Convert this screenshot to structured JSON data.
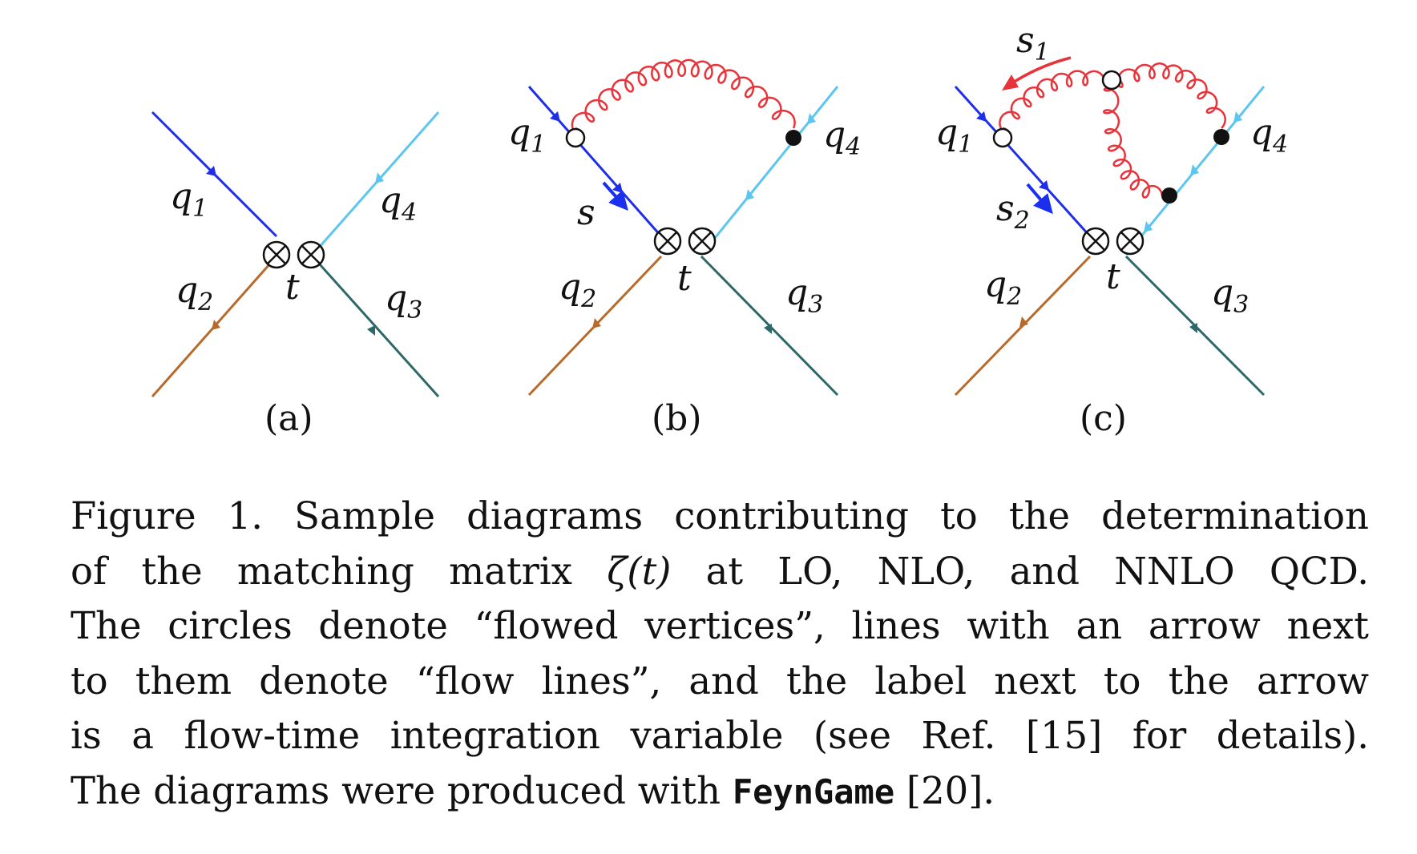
{
  "colors": {
    "q1": "#1f2ee8",
    "q2": "#b86a2a",
    "q3": "#2e6868",
    "q4": "#5bc6ef",
    "gluon": "#e8333a",
    "flow_arrow_blue": "#1a30ee",
    "flow_arrow_red": "#e8333a"
  },
  "panels": [
    {
      "id": "a",
      "label": "(a)",
      "q1": "q",
      "q1_sub": "1",
      "q2": "q",
      "q2_sub": "2",
      "q3": "q",
      "q3_sub": "3",
      "q4": "q",
      "q4_sub": "4",
      "t": "t"
    },
    {
      "id": "b",
      "label": "(b)",
      "q1": "q",
      "q1_sub": "1",
      "q2": "q",
      "q2_sub": "2",
      "q3": "q",
      "q3_sub": "3",
      "q4": "q",
      "q4_sub": "4",
      "t": "t",
      "flow": "s"
    },
    {
      "id": "c",
      "label": "(c)",
      "q1": "q",
      "q1_sub": "1",
      "q2": "q",
      "q2_sub": "2",
      "q3": "q",
      "q3_sub": "3",
      "q4": "q",
      "q4_sub": "4",
      "t": "t",
      "flow1": "s",
      "flow1_sub": "1",
      "flow2": "s",
      "flow2_sub": "2"
    }
  ],
  "caption": {
    "line1": "Figure 1. Sample diagrams contributing to the determination",
    "line2a": "of the matching matrix ",
    "line2_math": "ζ(t)",
    "line2b": " at LO, NLO, and NNLO QCD.",
    "line3": "The circles denote “flowed vertices”, lines with an arrow next",
    "line4": "to them denote “flow lines”, and the label next to the arrow",
    "line5": "is a flow-time integration variable (see Ref. [15] for details).",
    "line6a": "The diagrams were produced with ",
    "line6_code": "FeynGame",
    "line6b": " [20]."
  }
}
